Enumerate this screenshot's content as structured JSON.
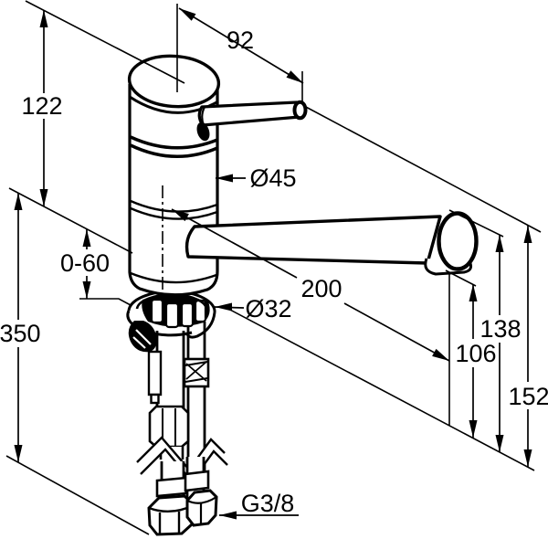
{
  "page": {
    "background": "#ffffff",
    "ink": "#000000"
  },
  "drawing": {
    "subject": "single-lever kitchen faucet dimension drawing",
    "dimensions": {
      "d92": "92",
      "d122": "122",
      "d45": "Ø45",
      "d060": "0-60",
      "d350": "350",
      "d200": "200",
      "d32": "Ø32",
      "d106": "106",
      "d138": "138",
      "d152": "152",
      "thread": "G3/8"
    }
  }
}
